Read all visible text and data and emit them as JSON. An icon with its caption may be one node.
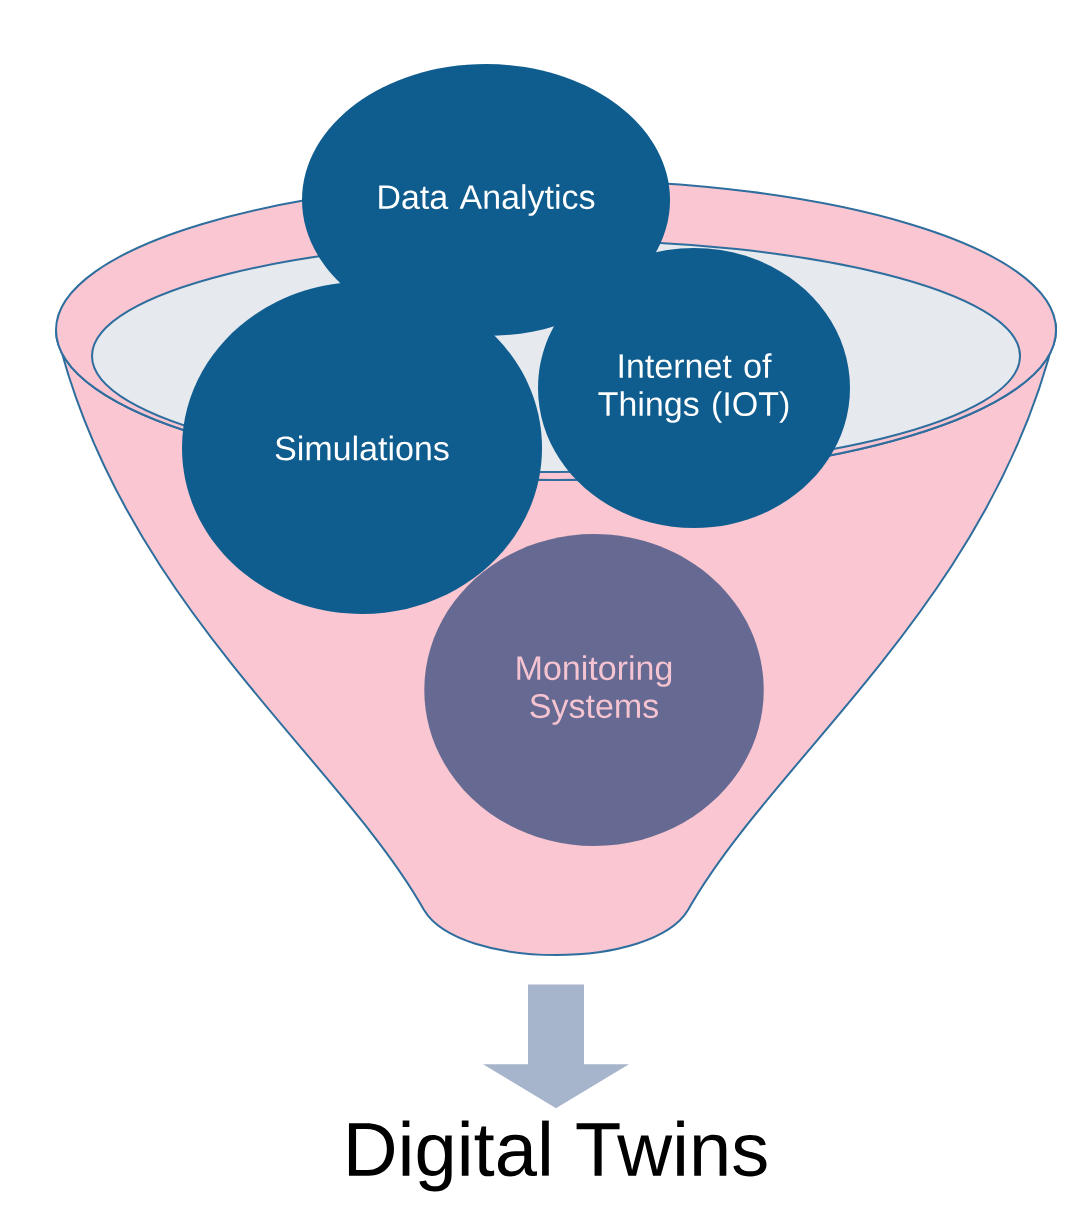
{
  "diagram": {
    "nodes": [
      {
        "text": [],
        "shape": "funnel"
      },
      {
        "text": [
          "Data Analytics"
        ]
      },
      {
        "text": [
          "Simulations"
        ]
      },
      {
        "text": [
          "Internet of Things (IOT)"
        ]
      },
      {
        "text": [
          "Monitoring Systems"
        ],
        "in": 0
      },
      {
        "text": [
          "Digital Twins"
        ]
      }
    ],
    "edges": [
      {
        "from": 0,
        "to": 5,
        "arrow": "to",
        "color": "#a7b5cc"
      }
    ]
  }
}
